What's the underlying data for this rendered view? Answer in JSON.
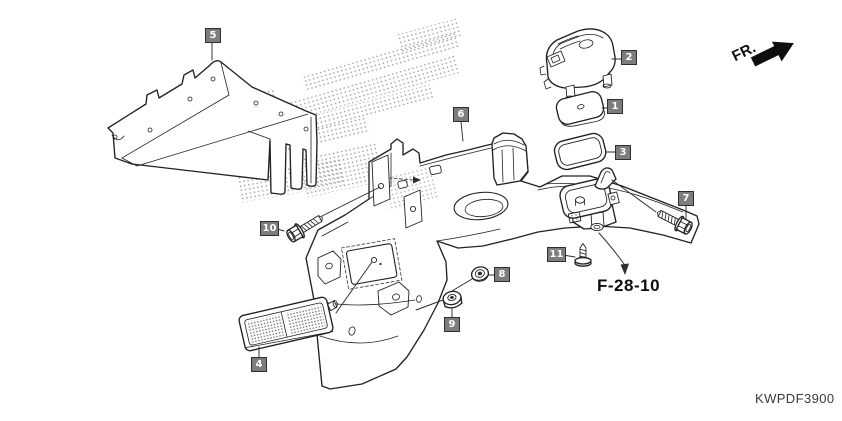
{
  "diagram": {
    "code": "KWPDF3900",
    "front_label": "FR.",
    "cross_reference": "F-28-10",
    "callouts": [
      {
        "number": "1"
      },
      {
        "number": "2"
      },
      {
        "number": "3"
      },
      {
        "number": "4"
      },
      {
        "number": "5"
      },
      {
        "number": "6"
      },
      {
        "number": "7"
      },
      {
        "number": "8"
      },
      {
        "number": "9"
      },
      {
        "number": "10"
      },
      {
        "number": "11"
      }
    ]
  }
}
